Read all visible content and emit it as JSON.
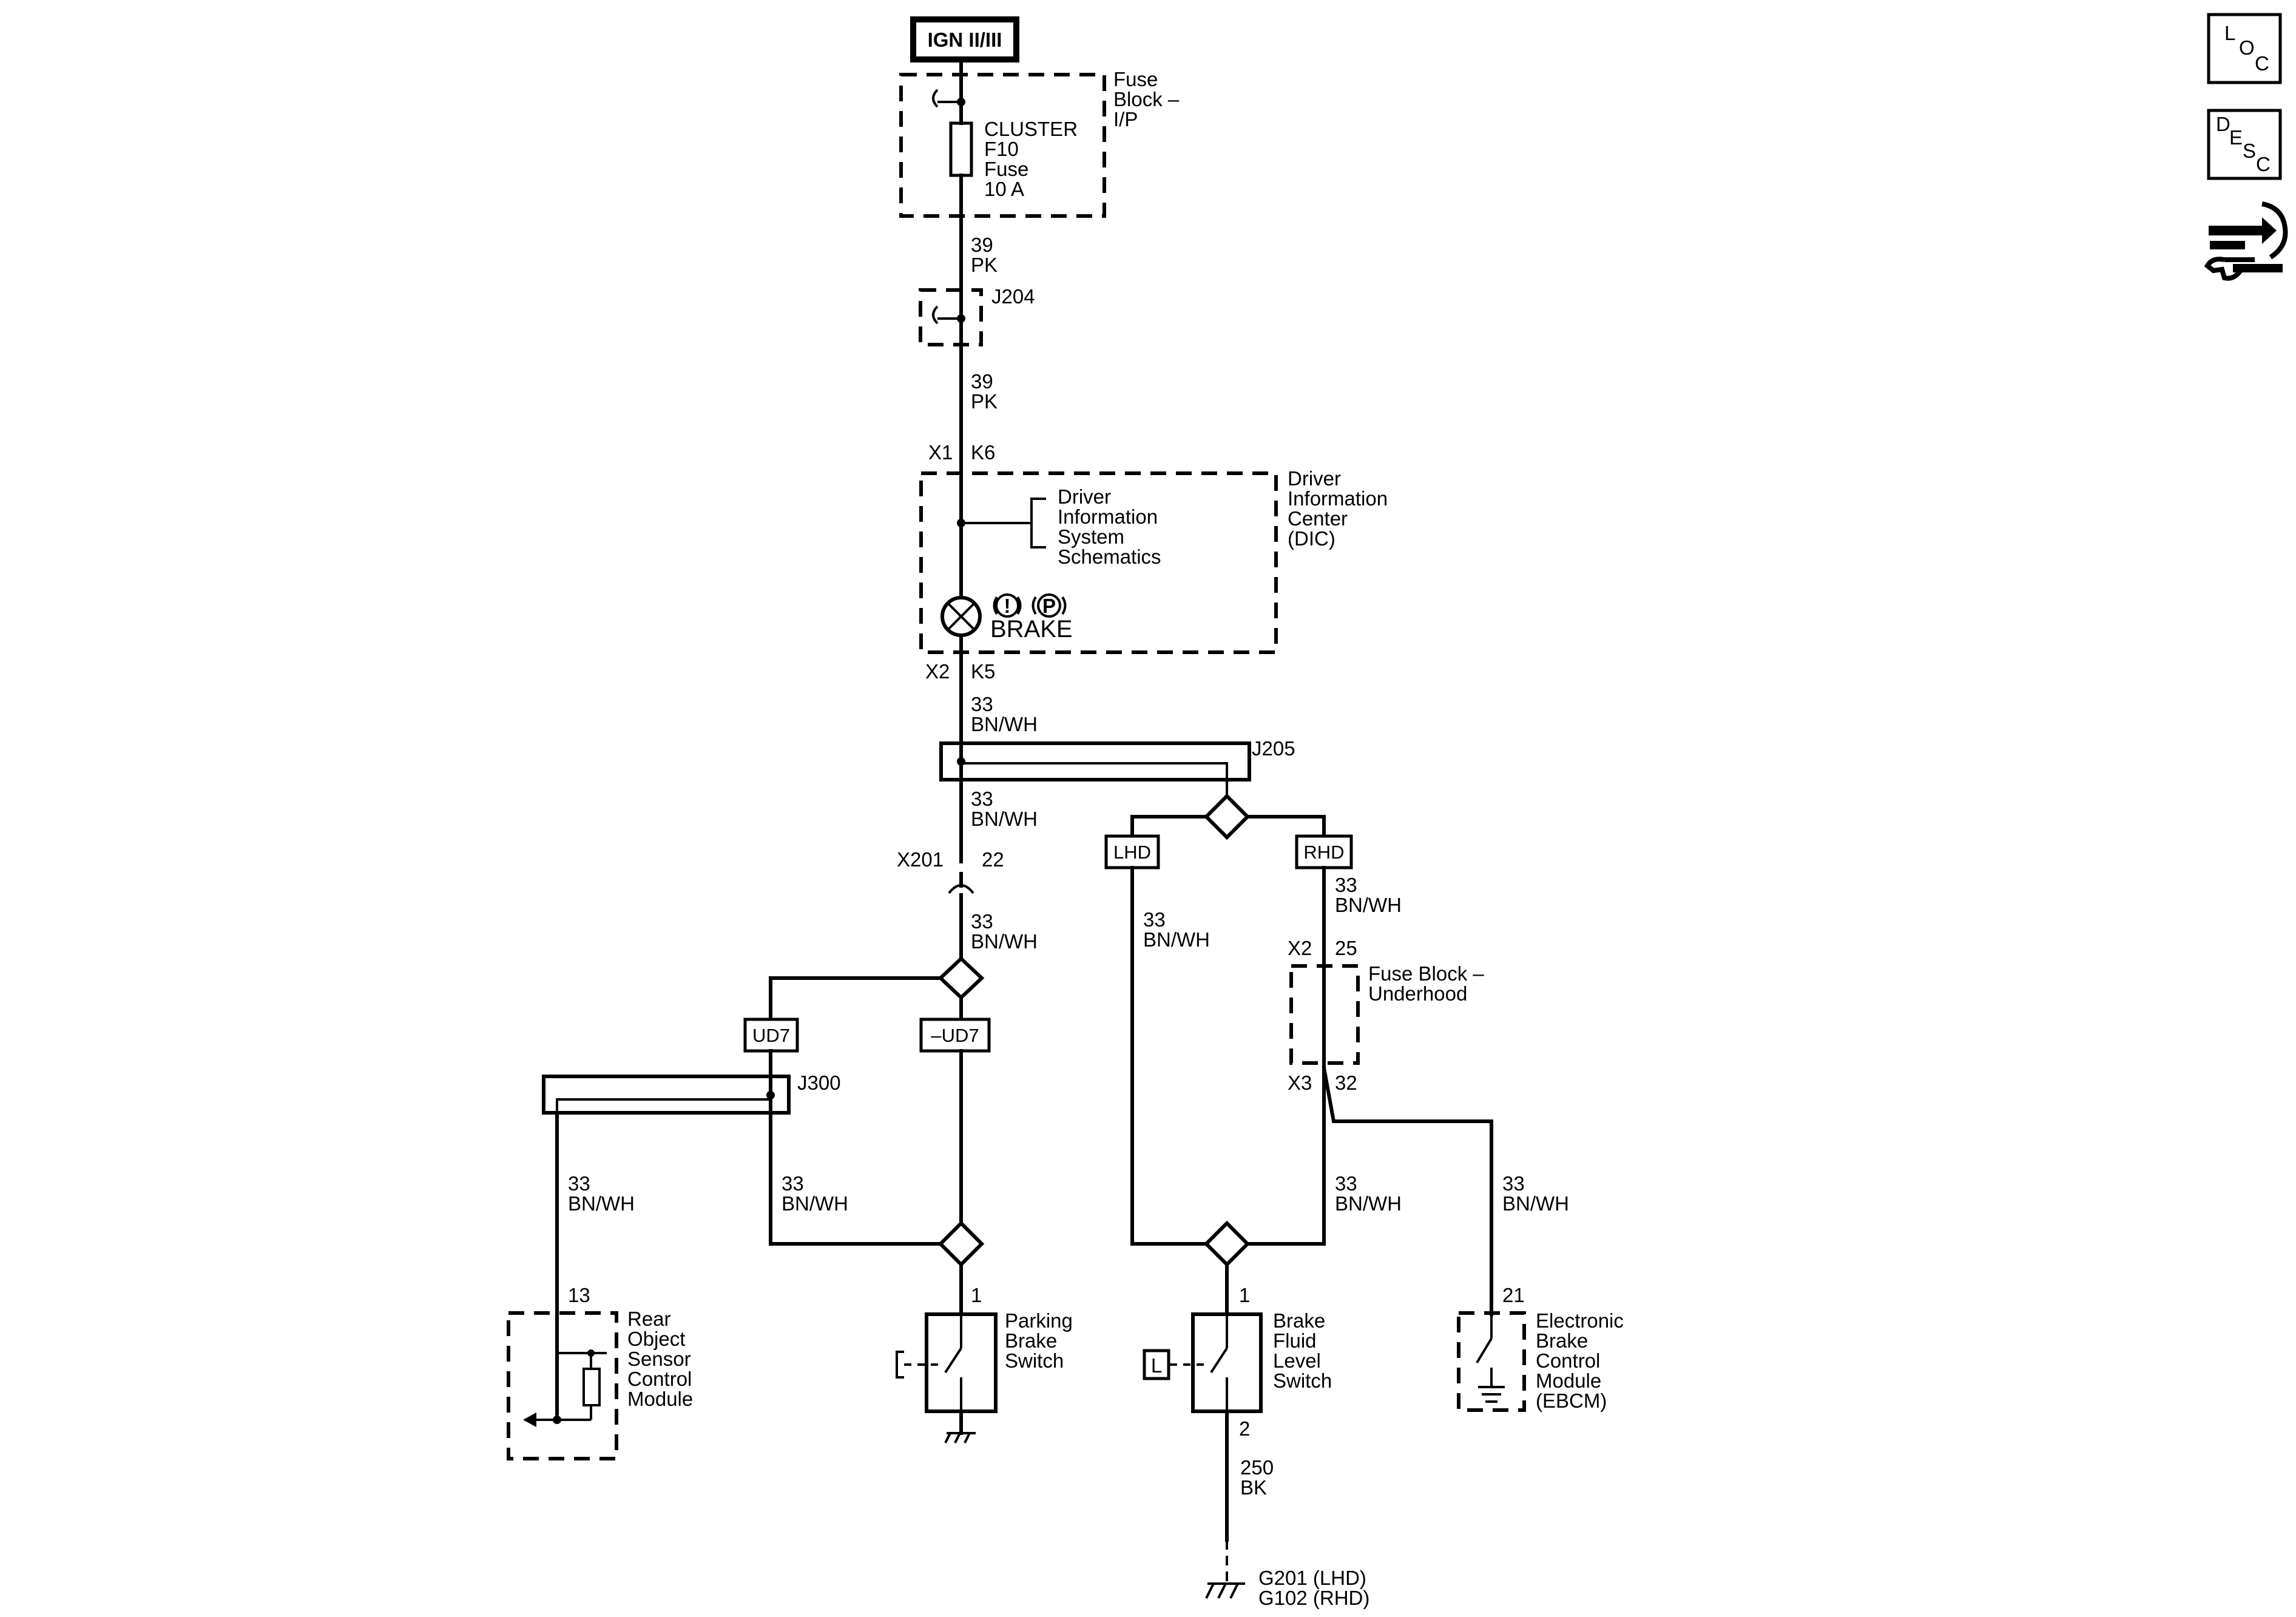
{
  "power": {
    "source": "IGN II/III"
  },
  "fuse_block": {
    "label": [
      "Fuse",
      "Block –",
      "I/P"
    ],
    "fuse_lines": [
      "CLUSTER",
      "F10",
      "Fuse",
      "10 A"
    ]
  },
  "wires": {
    "w39_a": [
      "39",
      "PK"
    ],
    "w39_b": [
      "39",
      "PK"
    ],
    "w33_dic": [
      "33",
      "BN/WH"
    ],
    "w33_j205": [
      "33",
      "BN/WH"
    ],
    "w33_x201": [
      "33",
      "BN/WH"
    ],
    "w33_lhd": [
      "33",
      "BN/WH"
    ],
    "w33_rhd": [
      "33",
      "BN/WH"
    ],
    "w33_rear": [
      "33",
      "BN/WH"
    ],
    "w33_ud7": [
      "33",
      "BN/WH"
    ],
    "w33_rhd_low": [
      "33",
      "BN/WH"
    ],
    "w33_ebcm": [
      "33",
      "BN/WH"
    ],
    "w250": [
      "250",
      "BK"
    ]
  },
  "splices": {
    "j204": "J204",
    "j205": "J205",
    "j300": "J300"
  },
  "dic": {
    "pin_in": [
      "X1",
      "K6"
    ],
    "pin_out": [
      "X2",
      "K5"
    ],
    "label": [
      "Driver",
      "Information",
      "Center",
      "(DIC)"
    ],
    "ref_lines": [
      "Driver",
      "Information",
      "System",
      "Schematics"
    ],
    "lamp_label": "BRAKE",
    "icon_excl": "!",
    "icon_p": "P"
  },
  "x201": {
    "connector": "X201",
    "pin": "22"
  },
  "options": {
    "lhd": "LHD",
    "rhd": "RHD",
    "ud7": "UD7",
    "not_ud7": "–UD7"
  },
  "underhood": {
    "pin_in": [
      "X2",
      "25"
    ],
    "pin_out": [
      "X3",
      "32"
    ],
    "label": [
      "Fuse Block –",
      "Underhood"
    ]
  },
  "rear_object": {
    "pin": "13",
    "label": [
      "Rear",
      "Object",
      "Sensor",
      "Control",
      "Module"
    ]
  },
  "parking_brake": {
    "pin": "1",
    "label": [
      "Parking",
      "Brake",
      "Switch"
    ]
  },
  "brake_fluid": {
    "pin": "1",
    "pin_out": "2",
    "label": [
      "Brake",
      "Fluid",
      "Level",
      "Switch"
    ],
    "loc_tag": "L"
  },
  "ebcm": {
    "pin": "21",
    "label": [
      "Electronic",
      "Brake",
      "Control",
      "Module",
      "(EBCM)"
    ]
  },
  "ground": [
    "G201 (LHD)",
    "G102 (RHD)"
  ],
  "side_icons": {
    "loc": [
      "L",
      "O",
      "C"
    ],
    "desc": [
      "D",
      "E",
      "S",
      "C"
    ]
  }
}
